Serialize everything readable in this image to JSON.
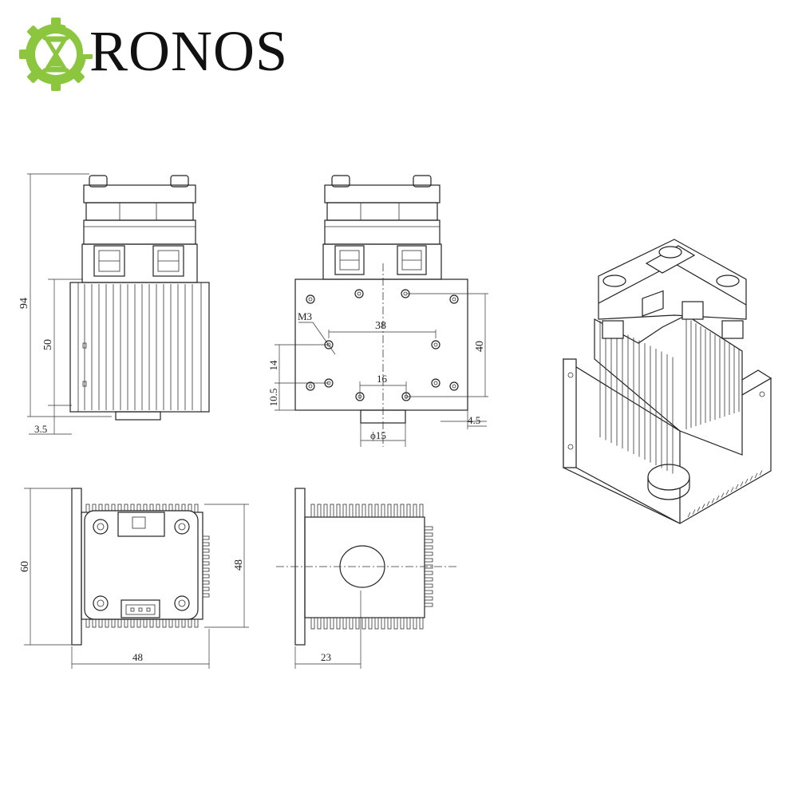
{
  "logo": {
    "icon": "gear-hourglass-logo",
    "brand_name": "RONOS",
    "colors": {
      "gear": "#8cc63f",
      "hourglass": "#8cc63f"
    }
  },
  "dimensions": {
    "height_94": "94",
    "height_50": "50",
    "offset_3_5": "3.5",
    "thread_m3": "M3",
    "spacing_38": "38",
    "spacing_40": "40",
    "spacing_14": "14",
    "spacing_10_5": "10.5",
    "spacing_16": "16",
    "offset_4_5": "4.5",
    "diameter_15": "ϕ15",
    "height_60": "60",
    "width_48_right": "48",
    "width_48_bottom": "48",
    "depth_23": "23"
  }
}
